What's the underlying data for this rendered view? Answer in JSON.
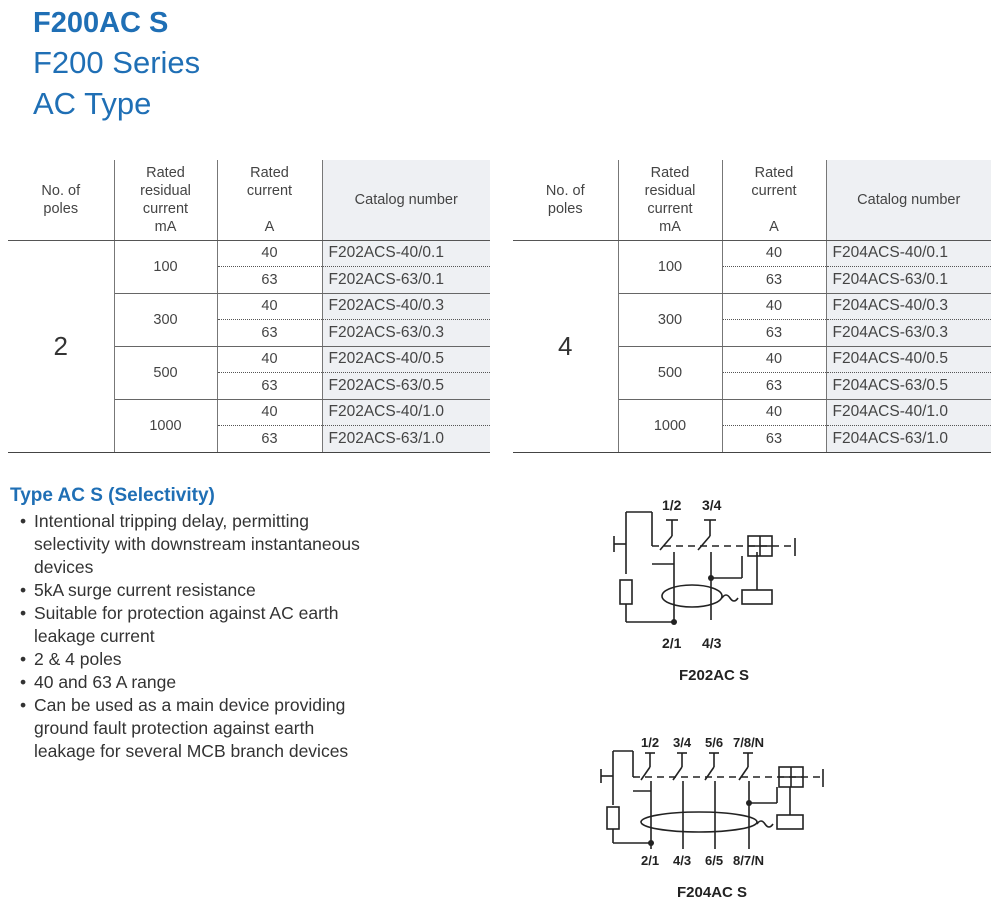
{
  "title": {
    "main": "F200AC S",
    "series": "F200 Series",
    "type": "AC Type"
  },
  "table_header": {
    "poles": [
      "No. of",
      "poles"
    ],
    "residual": [
      "Rated",
      "residual",
      "current",
      "mA"
    ],
    "current": [
      "Rated",
      "current",
      "",
      "A"
    ],
    "catalog": "Catalog number"
  },
  "tables": [
    {
      "poles": "2",
      "rows": [
        {
          "residual": "100",
          "current": "40",
          "catalog": "F202ACS-40/0.1"
        },
        {
          "residual": "100",
          "current": "63",
          "catalog": "F202ACS-63/0.1"
        },
        {
          "residual": "300",
          "current": "40",
          "catalog": "F202ACS-40/0.3"
        },
        {
          "residual": "300",
          "current": "63",
          "catalog": "F202ACS-63/0.3"
        },
        {
          "residual": "500",
          "current": "40",
          "catalog": "F202ACS-40/0.5"
        },
        {
          "residual": "500",
          "current": "63",
          "catalog": "F202ACS-63/0.5"
        },
        {
          "residual": "1000",
          "current": "40",
          "catalog": "F202ACS-40/1.0"
        },
        {
          "residual": "1000",
          "current": "63",
          "catalog": "F202ACS-63/1.0"
        }
      ]
    },
    {
      "poles": "4",
      "rows": [
        {
          "residual": "100",
          "current": "40",
          "catalog": "F204ACS-40/0.1"
        },
        {
          "residual": "100",
          "current": "63",
          "catalog": "F204ACS-63/0.1"
        },
        {
          "residual": "300",
          "current": "40",
          "catalog": "F204ACS-40/0.3"
        },
        {
          "residual": "300",
          "current": "63",
          "catalog": "F204ACS-63/0.3"
        },
        {
          "residual": "500",
          "current": "40",
          "catalog": "F204ACS-40/0.5"
        },
        {
          "residual": "500",
          "current": "63",
          "catalog": "F204ACS-63/0.5"
        },
        {
          "residual": "1000",
          "current": "40",
          "catalog": "F204ACS-40/1.0"
        },
        {
          "residual": "1000",
          "current": "63",
          "catalog": "F204ACS-63/1.0"
        }
      ]
    }
  ],
  "features": {
    "title": "Type AC S (Selectivity)",
    "items": [
      "Intentional tripping delay, permitting",
      "selectivity with downstream instantaneous",
      "devices",
      "5kA surge current resistance",
      "Suitable for protection against AC earth",
      "leakage current",
      "2 & 4 poles",
      "40 and 63 A range",
      "Can be used as a main device providing",
      "ground fault protection against earth",
      "leakage for several MCB branch devices"
    ]
  },
  "diagrams": {
    "two_pole": {
      "top_labels": [
        "1/2",
        "3/4"
      ],
      "bottom_labels": [
        "2/1",
        "4/3"
      ],
      "caption": "F202AC S"
    },
    "four_pole": {
      "top_labels": [
        "1/2",
        "3/4",
        "5/6",
        "7/8/N"
      ],
      "bottom_labels": [
        "2/1",
        "4/3",
        "6/5",
        "8/7/N"
      ],
      "caption": "F204AC S"
    }
  }
}
